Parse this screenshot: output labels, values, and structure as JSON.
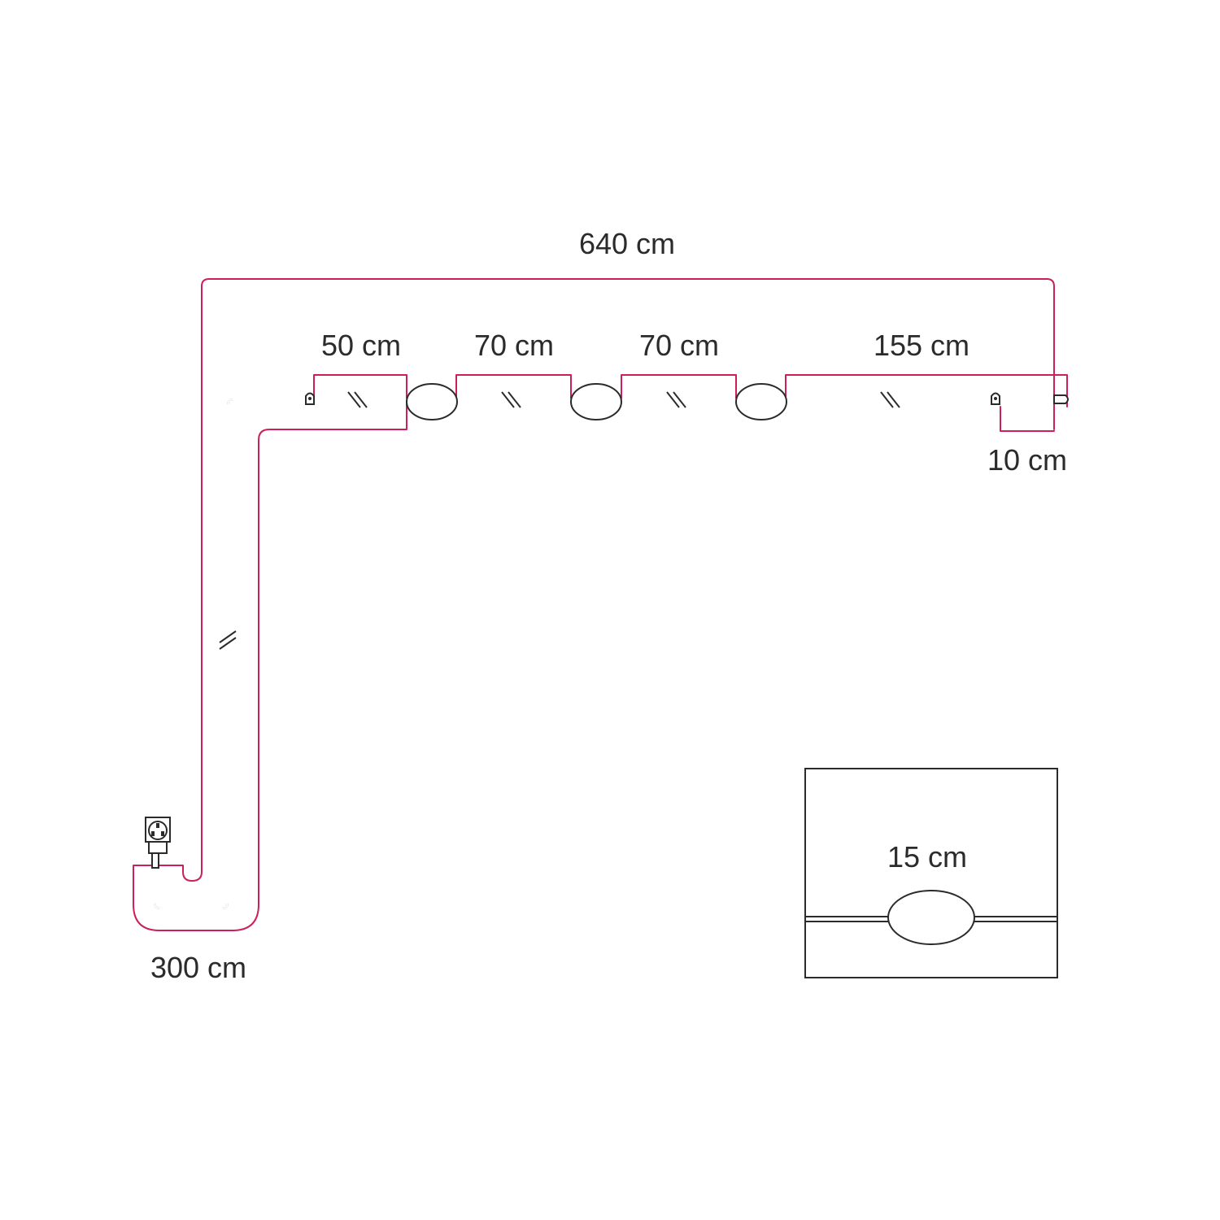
{
  "colors": {
    "dimension": "#cc1f5c",
    "cable": "#333333",
    "text": "#2b2b2b",
    "background": "#ffffff"
  },
  "dimensions": {
    "total": "640 cm",
    "first_segment": "50 cm",
    "second_segment": "70 cm",
    "third_segment": "70 cm",
    "last_segment": "155 cm",
    "end_tail": "10 cm",
    "supply_cable": "300 cm",
    "detail_width": "15 cm"
  },
  "icons": {
    "plug": "uk-plug-icon",
    "lamp": "lamp-holder-icon",
    "clip": "cable-clip-icon",
    "break": "break-mark-icon"
  }
}
